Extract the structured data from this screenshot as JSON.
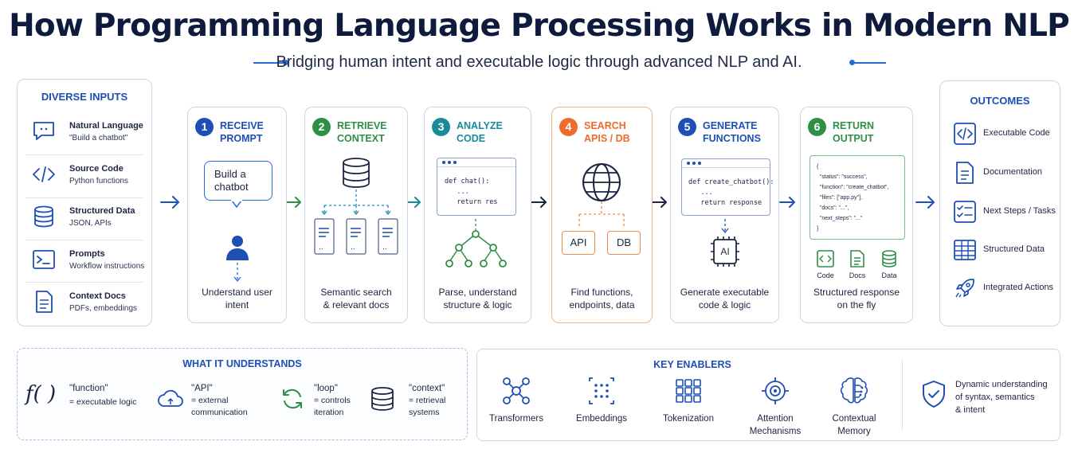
{
  "title": "How Programming Language Processing Works in Modern NLP",
  "subtitle": "Bridging human intent and executable logic through advanced NLP and AI.",
  "colors": {
    "primary": "#1e4fb5",
    "green": "#2f8f46",
    "orange": "#ec6b2d",
    "border": "#c9d7ea"
  },
  "inputs": {
    "header": "DIVERSE INPUTS",
    "items": [
      {
        "icon": "chat-bubble-icon",
        "title": "Natural Language",
        "desc": "\"Build a chatbot\""
      },
      {
        "icon": "code-brackets-icon",
        "title": "Source Code",
        "desc": "Python functions"
      },
      {
        "icon": "database-icon",
        "title": "Structured Data",
        "desc": "JSON, APIs"
      },
      {
        "icon": "terminal-icon",
        "title": "Prompts",
        "desc": "Workflow instructions"
      },
      {
        "icon": "document-icon",
        "title": "Context Docs",
        "desc": "PDFs, embeddings"
      }
    ]
  },
  "stages": [
    {
      "num": "1",
      "title_l1": "RECEIVE",
      "title_l2": "PROMPT",
      "color": "#1e4fb5",
      "caption_l1": "Understand user",
      "caption_l2": "intent",
      "bubble_l1": "Build a",
      "bubble_l2": "chatbot"
    },
    {
      "num": "2",
      "title_l1": "RETRIEVE",
      "title_l2": "CONTEXT",
      "color": "#2f8f46",
      "caption_l1": "Semantic search",
      "caption_l2": "& relevant docs"
    },
    {
      "num": "3",
      "title_l1": "ANALYZE",
      "title_l2": "CODE",
      "color": "#1a8a9a",
      "caption_l1": "Parse, understand",
      "caption_l2": "structure & logic",
      "code": [
        "def chat():",
        "   ...",
        "   return res"
      ]
    },
    {
      "num": "4",
      "title_l1": "SEARCH",
      "title_l2": "APIS / DB",
      "color": "#ec6b2d",
      "caption_l1": "Find functions,",
      "caption_l2": "endpoints, data",
      "tag_a": "API",
      "tag_b": "DB"
    },
    {
      "num": "5",
      "title_l1": "GENERATE",
      "title_l2": "FUNCTIONS",
      "color": "#1e4fb5",
      "caption_l1": "Generate executable",
      "caption_l2": "code & logic",
      "code": [
        "def create_chatbot():",
        "   ...",
        "   return response"
      ],
      "chip_label": "AI"
    },
    {
      "num": "6",
      "title_l1": "RETURN",
      "title_l2": "OUTPUT",
      "color": "#2f8f46",
      "caption_l1": "Structured response",
      "caption_l2": "on the fly",
      "json": [
        "{",
        "  \"status\": \"success\",",
        "  \"function\": \"create_chatbot\",",
        "  \"files\": [\"app.py\"],",
        "  \"docs\": \"...\",",
        "  \"next_steps\": \"...\"",
        "}"
      ],
      "minis": [
        "Code",
        "Docs",
        "Data"
      ]
    }
  ],
  "outcomes": {
    "header": "OUTCOMES",
    "items": [
      {
        "icon": "code-icon",
        "label": "Executable Code"
      },
      {
        "icon": "documentation-icon",
        "label": "Documentation"
      },
      {
        "icon": "checklist-icon",
        "label": "Next Steps / Tasks"
      },
      {
        "icon": "table-icon",
        "label": "Structured Data"
      },
      {
        "icon": "rocket-icon",
        "label": "Integrated Actions"
      }
    ]
  },
  "understands": {
    "header": "WHAT IT UNDERSTANDS",
    "items": [
      {
        "icon": "function-icon",
        "glyph": "f( )",
        "term": "\"function\"",
        "desc_l1": "= executable logic",
        "desc_l2": ""
      },
      {
        "icon": "cloud-api-icon",
        "term": "\"API\"",
        "desc_l1": "= external",
        "desc_l2": "communication"
      },
      {
        "icon": "loop-icon",
        "term": "\"loop\"",
        "desc_l1": "= controls",
        "desc_l2": "iteration"
      },
      {
        "icon": "database-icon",
        "term": "\"context\"",
        "desc_l1": "= retrieval",
        "desc_l2": "systems"
      }
    ]
  },
  "enablers": {
    "header": "KEY ENABLERS",
    "items": [
      {
        "icon": "network-icon",
        "label_l1": "Transformers",
        "label_l2": ""
      },
      {
        "icon": "embeddings-icon",
        "label_l1": "Embeddings",
        "label_l2": ""
      },
      {
        "icon": "grid-icon",
        "label_l1": "Tokenization",
        "label_l2": ""
      },
      {
        "icon": "target-icon",
        "label_l1": "Attention",
        "label_l2": "Mechanisms"
      },
      {
        "icon": "brain-icon",
        "label_l1": "Contextual",
        "label_l2": "Memory"
      }
    ],
    "dynamic_l1": "Dynamic understanding",
    "dynamic_l2": "of syntax, semantics",
    "dynamic_l3": "& intent"
  }
}
